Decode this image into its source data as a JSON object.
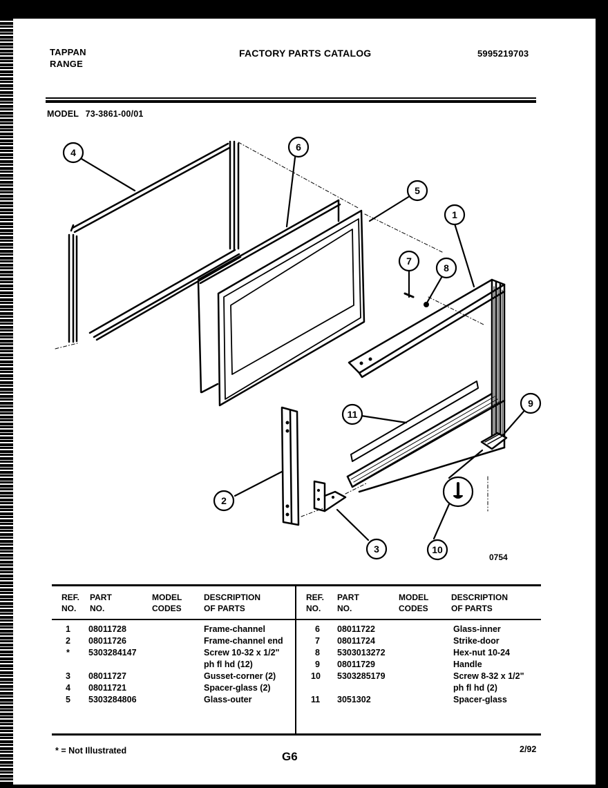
{
  "header": {
    "brand_line1": "TAPPAN",
    "brand_line2": "RANGE",
    "title": "FACTORY PARTS CATALOG",
    "catalog_number": "5995219703",
    "model_label": "MODEL",
    "model_number": "73-3861-00/01"
  },
  "diagram": {
    "callouts": [
      "1",
      "2",
      "3",
      "4",
      "5",
      "6",
      "7",
      "8",
      "9",
      "10",
      "11"
    ],
    "drawing_number": "0754",
    "icons": {
      "screw_detail": "screw-icon"
    }
  },
  "table": {
    "headers": {
      "ref_no": [
        "REF.",
        "NO."
      ],
      "part_no": [
        "PART",
        "NO."
      ],
      "model_codes": [
        "MODEL",
        "CODES"
      ],
      "description": [
        "DESCRIPTION",
        "OF PARTS"
      ]
    },
    "left_rows": [
      {
        "ref": "1",
        "part": "08011728",
        "codes": "",
        "desc": "Frame-channel"
      },
      {
        "ref": "2",
        "part": "08011726",
        "codes": "",
        "desc": "Frame-channel end"
      },
      {
        "ref": "*",
        "part": "5303284147",
        "codes": "",
        "desc": "Screw 10-32 x 1/2\""
      },
      {
        "ref": "",
        "part": "",
        "codes": "",
        "desc": "ph fl hd (12)"
      },
      {
        "ref": "3",
        "part": "08011727",
        "codes": "",
        "desc": "Gusset-corner (2)"
      },
      {
        "ref": "4",
        "part": "08011721",
        "codes": "",
        "desc": "Spacer-glass (2)"
      },
      {
        "ref": "5",
        "part": "5303284806",
        "codes": "",
        "desc": "Glass-outer"
      }
    ],
    "right_rows": [
      {
        "ref": "6",
        "part": "08011722",
        "codes": "",
        "desc": "Glass-inner"
      },
      {
        "ref": "7",
        "part": "08011724",
        "codes": "",
        "desc": "Strike-door"
      },
      {
        "ref": "8",
        "part": "5303013272",
        "codes": "",
        "desc": "Hex-nut 10-24"
      },
      {
        "ref": "9",
        "part": "08011729",
        "codes": "",
        "desc": "Handle"
      },
      {
        "ref": "10",
        "part": "5303285179",
        "codes": "",
        "desc": "Screw 8-32 x 1/2\""
      },
      {
        "ref": "",
        "part": "",
        "codes": "",
        "desc": "ph fl hd (2)"
      },
      {
        "ref": "11",
        "part": "3051302",
        "codes": "",
        "desc": "Spacer-glass"
      }
    ]
  },
  "footer": {
    "note": "* = Not Illustrated",
    "page_code": "G6",
    "date": "2/92"
  }
}
